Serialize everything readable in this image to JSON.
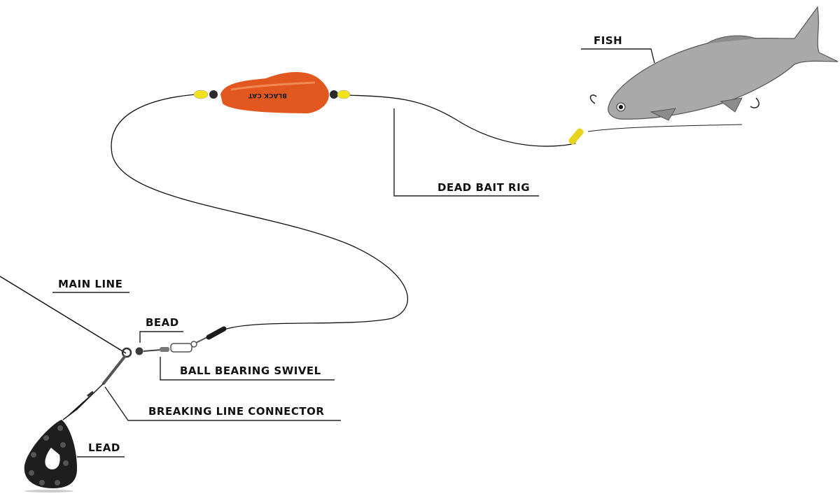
{
  "labels": {
    "fish": "FISH",
    "dead_bait_rig": "DEAD BAIT RIG",
    "main_line": "MAIN LINE",
    "bead": "BEAD",
    "ball_bearing_swivel": "BALL BEARING SWIVEL",
    "breaking_line_connector": "BREAKING LINE CONNECTOR",
    "lead": "LEAD"
  },
  "float_logo": "BLACK CAT",
  "colors": {
    "float": "#e2571f",
    "bead_yellow": "#f2e21c",
    "bead_dark": "#2a2a2a",
    "lead": "#1e1e1e",
    "fish": "#a9a9a9",
    "line": "#111111"
  }
}
